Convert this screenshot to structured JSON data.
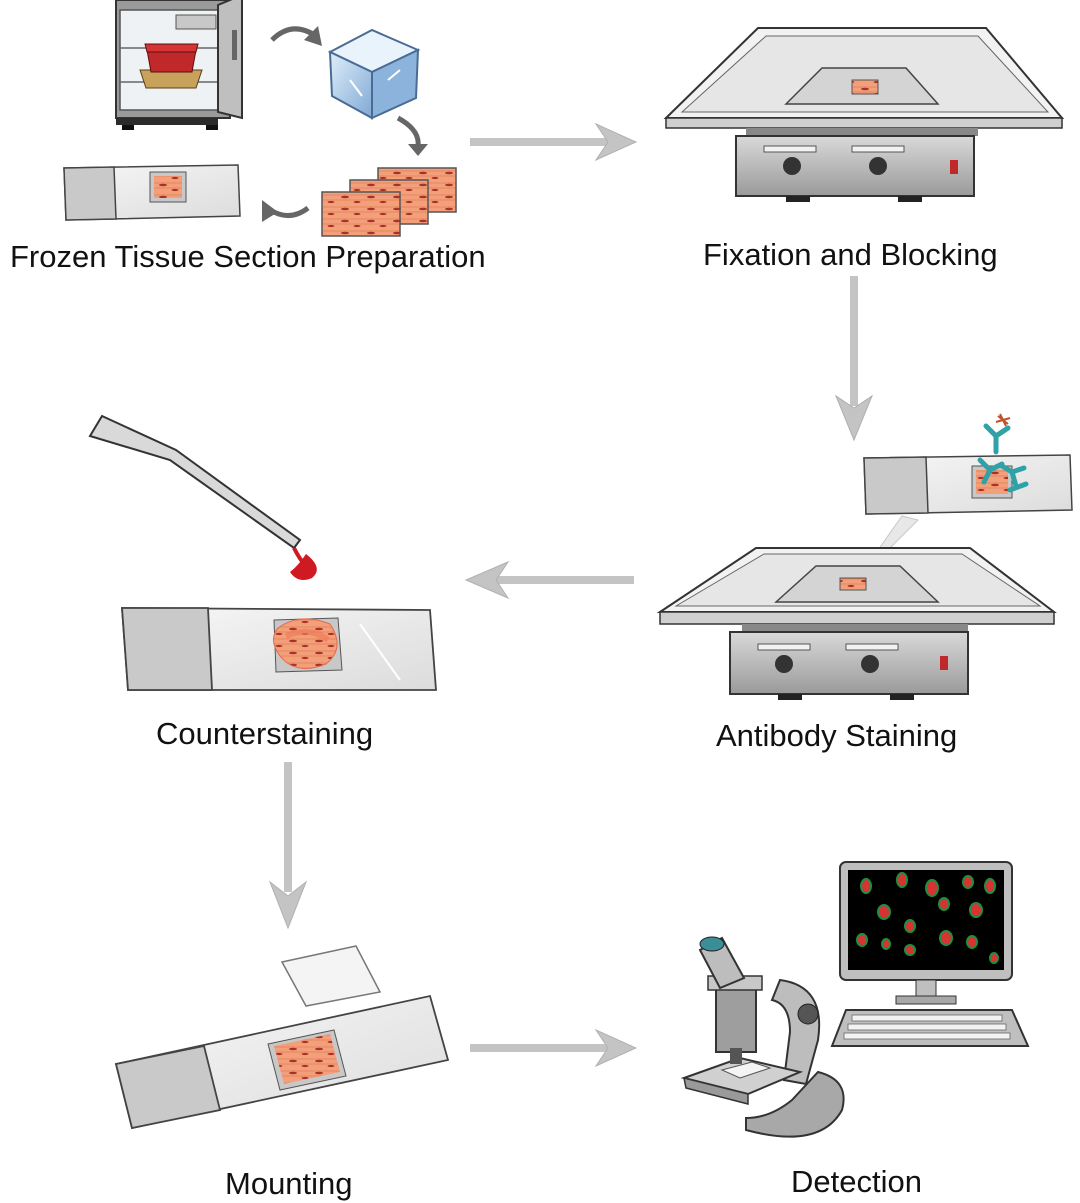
{
  "steps": {
    "frozen": "Frozen Tissue Section Preparation",
    "fixation": "Fixation and Blocking",
    "antibody": "Antibody Staining",
    "counter": "Counterstaining",
    "mounting": "Mounting",
    "detection": "Detection"
  },
  "colors": {
    "arrow": "#c4c4c4",
    "tissue": "#f3a07a",
    "tissue_dark": "#a8322b",
    "drop": "#d01a22",
    "antibody": "#2fa2a8",
    "antigen_marker": "#c2502a",
    "cell_fill": "#d63434",
    "cell_outline": "#1f8f3e",
    "screen": "#000000",
    "block_red": "#c0282a",
    "block_gold": "#c8a15a"
  },
  "icons": {
    "freezer": "freezer-icon",
    "ice": "ice-cube-icon",
    "sections": "tissue-sections-icon",
    "slide": "glass-slide-icon",
    "shaker": "shaker-platform-icon",
    "pipette": "pipette-icon",
    "coverslip": "coverslip-icon",
    "microscope": "microscope-icon",
    "monitor": "monitor-icon",
    "keyboard": "keyboard-icon"
  }
}
